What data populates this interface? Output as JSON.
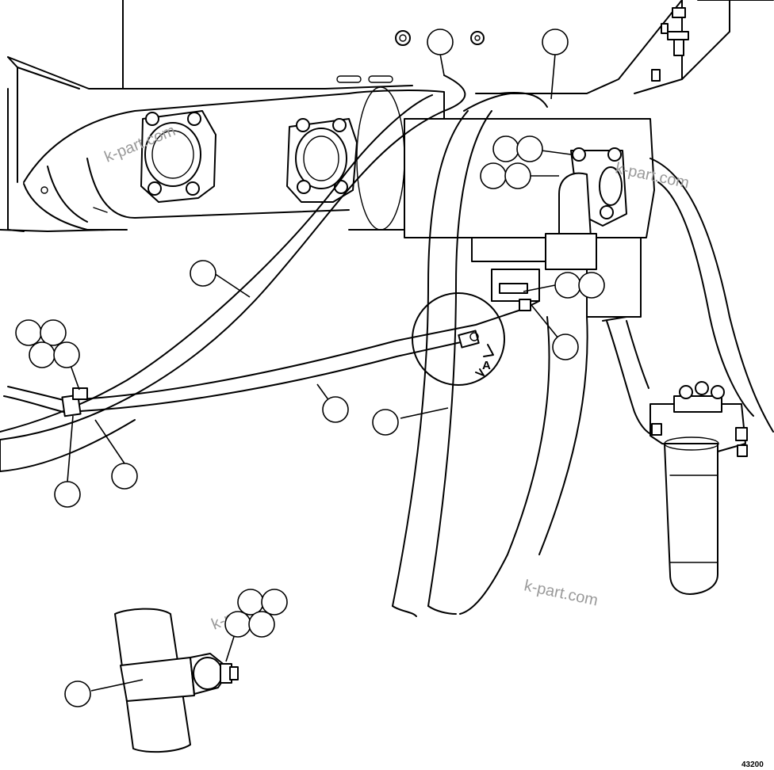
{
  "figure": {
    "detail_label": "A",
    "drawing_code": "43200",
    "watermark": "k-part.com"
  },
  "callouts": [
    {
      "name": "callout-1"
    },
    {
      "name": "callout-2"
    },
    {
      "name": "callout-3"
    },
    {
      "name": "callout-4"
    },
    {
      "name": "callout-5"
    },
    {
      "name": "callout-6"
    },
    {
      "name": "callout-7"
    },
    {
      "name": "callout-8"
    },
    {
      "name": "callout-9"
    },
    {
      "name": "callout-10"
    },
    {
      "name": "callout-11"
    },
    {
      "name": "callout-12"
    },
    {
      "name": "callout-13"
    },
    {
      "name": "callout-14"
    },
    {
      "name": "callout-15"
    },
    {
      "name": "callout-16"
    },
    {
      "name": "callout-17"
    },
    {
      "name": "callout-18"
    },
    {
      "name": "callout-19"
    },
    {
      "name": "callout-20"
    },
    {
      "name": "callout-21"
    },
    {
      "name": "callout-22"
    },
    {
      "name": "callout-23"
    },
    {
      "name": "callout-24"
    },
    {
      "name": "callout-25"
    }
  ]
}
